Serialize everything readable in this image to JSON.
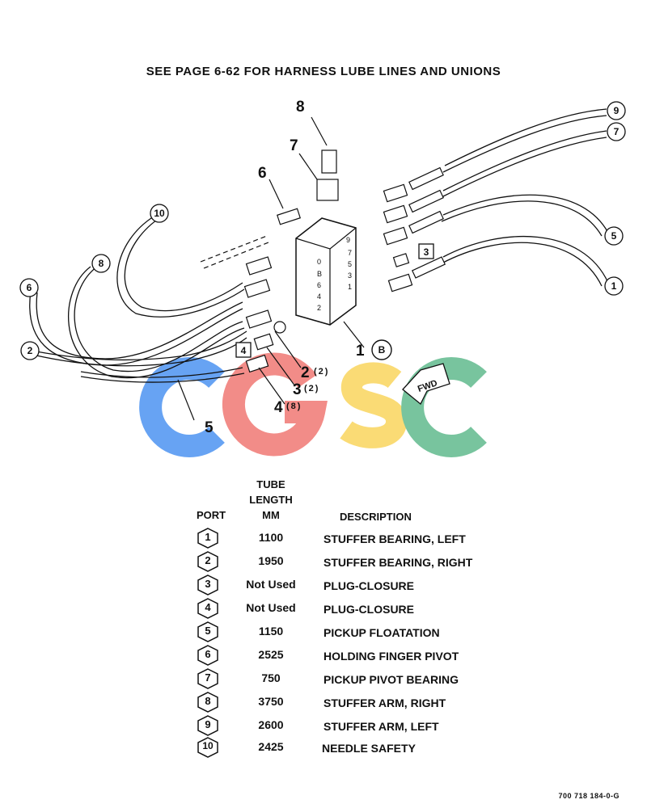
{
  "heading": "SEE PAGE 6-62 FOR HARNESS LUBE LINES AND UNIONS",
  "callouts": {
    "item1": "1",
    "item1_badge": "B",
    "item2": "2",
    "item2_qty": "(2)",
    "item3": "3",
    "item3_qty": "(2)",
    "item4": "4",
    "item4_qty": "(8)",
    "item5": "5",
    "item6": "6",
    "item7": "7",
    "item8": "8"
  },
  "port_tags": [
    "1",
    "2",
    "3",
    "4",
    "5",
    "6",
    "7",
    "8",
    "9",
    "10"
  ],
  "block_markings": [
    "9",
    "7",
    "5",
    "3",
    "1",
    "0",
    "B",
    "6",
    "4",
    "2"
  ],
  "fwd_label": "FWD",
  "watermark": {
    "letters": [
      "C",
      "G",
      "S",
      "C"
    ],
    "colors": [
      "#5b9cf3",
      "#f1837e",
      "#fad86a",
      "#6dc096"
    ]
  },
  "table": {
    "headers": {
      "port": "PORT",
      "tube_line1": "TUBE",
      "tube_line2": "LENGTH",
      "tube_line3": "MM",
      "description": "DESCRIPTION"
    },
    "rows": [
      {
        "port": "1",
        "length": "1100",
        "description": "STUFFER BEARING, LEFT"
      },
      {
        "port": "2",
        "length": "1950",
        "description": "STUFFER BEARING, RIGHT"
      },
      {
        "port": "3",
        "length": "Not Used",
        "description": "PLUG-CLOSURE"
      },
      {
        "port": "4",
        "length": "Not Used",
        "description": "PLUG-CLOSURE"
      },
      {
        "port": "5",
        "length": "1150",
        "description": "PICKUP FLOATATION"
      },
      {
        "port": "6",
        "length": "2525",
        "description": "HOLDING FINGER PIVOT"
      },
      {
        "port": "7",
        "length": "750",
        "description": "PICKUP PIVOT BEARING"
      },
      {
        "port": "8",
        "length": "3750",
        "description": "STUFFER ARM, RIGHT"
      },
      {
        "port": "9",
        "length": "2600",
        "description": "STUFFER ARM, LEFT"
      },
      {
        "port": "10",
        "length": "2425",
        "description": "NEEDLE SAFETY"
      }
    ]
  },
  "figure_number": "700 718 184-0-G"
}
